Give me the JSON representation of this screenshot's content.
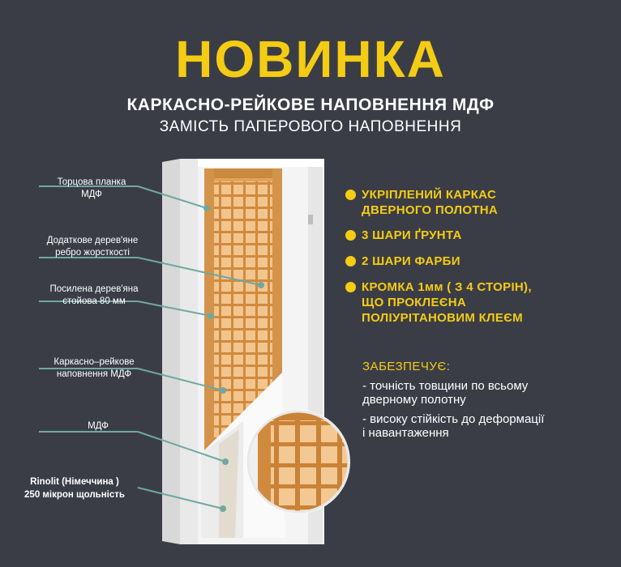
{
  "headline": "НОВИНКА",
  "subtitle1": "КАРКАСНО-РЕЙКОВЕ НАПОВНЕННЯ МДФ",
  "subtitle2": "ЗАМІСТЬ ПАПЕРОВОГО НАПОВНЕННЯ",
  "labels": {
    "l1": "Торцова планка\nМДФ",
    "l2": "Додаткове дерев'яне\nребро жорсткості",
    "l3": "Посилена дерев'яна\nстойова 80 мм",
    "l4": "Каркасно–рейкове\nнаповнення МДФ",
    "l5": "МДФ",
    "l6a": "Rinolit (Німеччина )",
    "l6b": "250 мікрон щольність"
  },
  "features": [
    "УКРІПЛЕНИЙ КАРКАС\nДВЕРНОГО ПОЛОТНА",
    "3 ШАРИ ҐРУНТА",
    "2 ШАРИ ФАРБИ",
    "КРОМКА 1мм ( З 4 СТОРІН),\nЩО ПРОКЛЕЄНА\nПОЛІУРІТАНОВИМ КЛЕЄМ"
  ],
  "provides_title": "ЗАБЕЗПЕЧУЄ:",
  "provides": [
    "- точність товщини по всьому\nдверному полотну",
    "- високу стійкість до деформації\nі навантаження"
  ],
  "colors": {
    "background": "#3b3d46",
    "accent_yellow": "#f4cc13",
    "leader_line": "#6fa8a0",
    "wood": "#e0a35a"
  }
}
